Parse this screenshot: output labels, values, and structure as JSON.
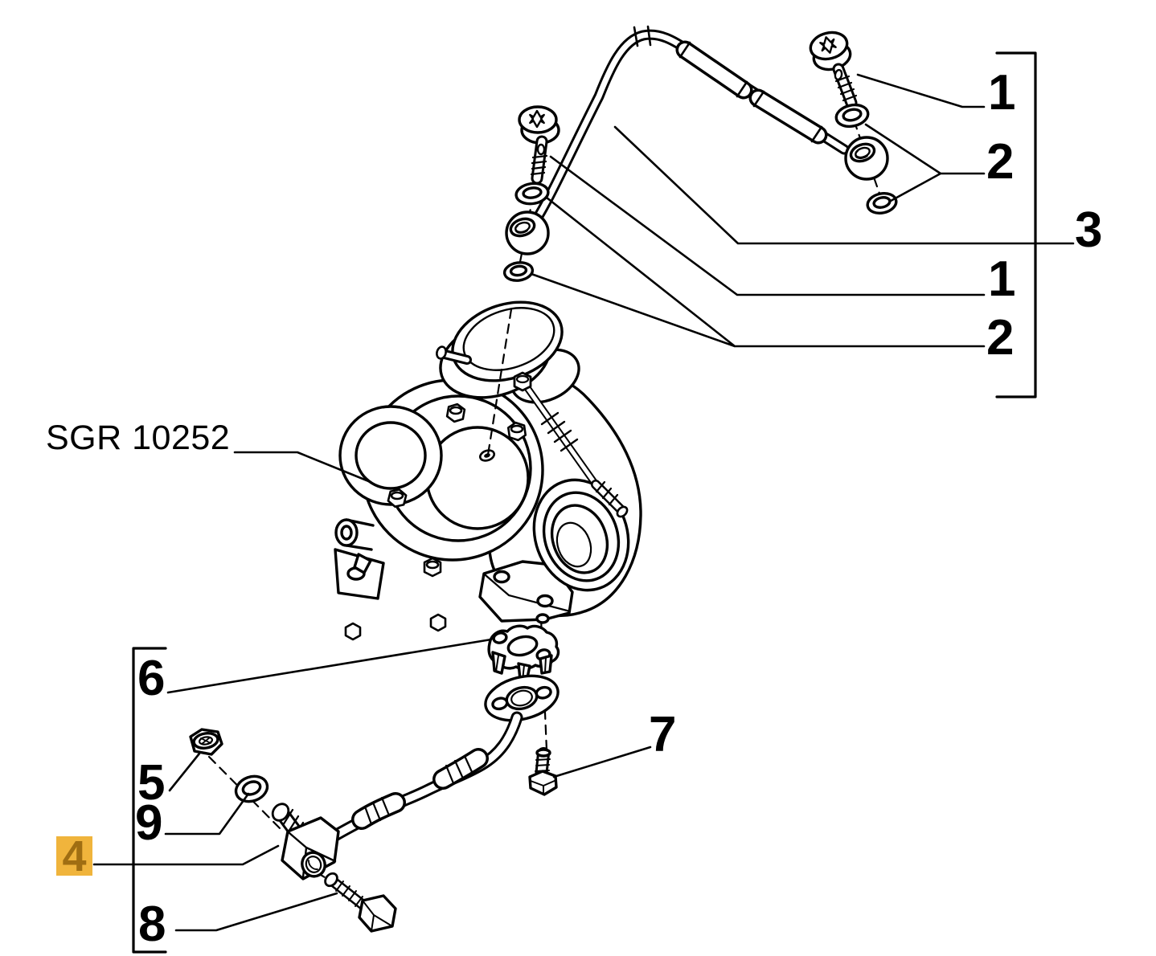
{
  "reference": {
    "label": "SGR 10252"
  },
  "colors": {
    "line": "#000000",
    "background": "#ffffff",
    "highlight_background": "#f0b43c",
    "highlight_digit": "#a06e12"
  },
  "callouts": {
    "right_group": [
      {
        "label": "1"
      },
      {
        "label": "2"
      },
      {
        "label": "3"
      },
      {
        "label": "1"
      },
      {
        "label": "2"
      }
    ],
    "left_group": [
      {
        "label": "6"
      },
      {
        "label": "5"
      },
      {
        "label": "9"
      },
      {
        "label": "4",
        "highlighted": true
      },
      {
        "label": "8"
      }
    ],
    "standalone": [
      {
        "label": "7"
      }
    ]
  }
}
